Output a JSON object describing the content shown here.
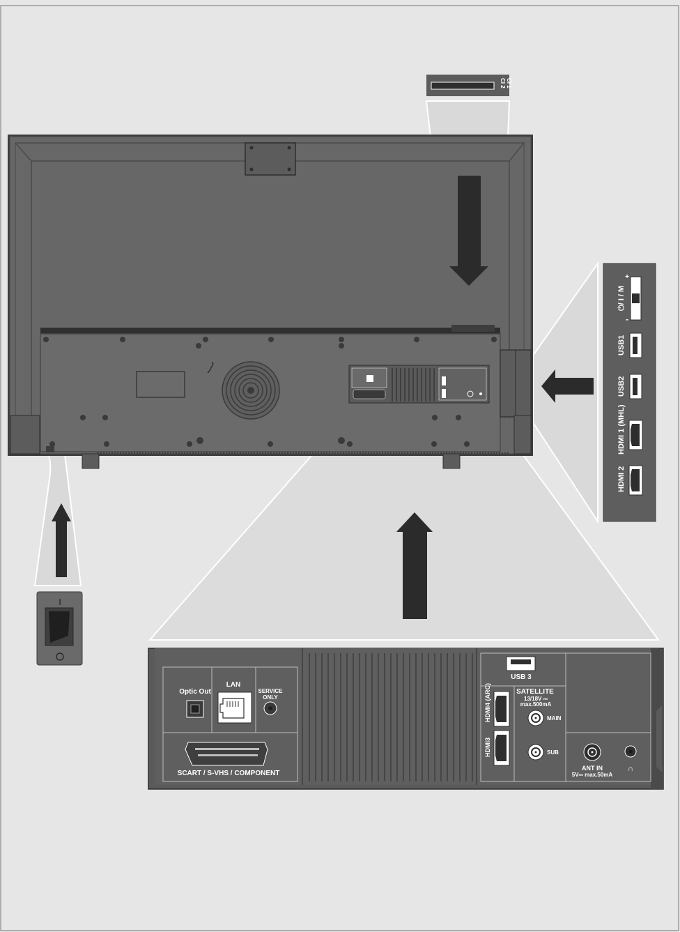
{
  "ci_slot": {
    "label_1": "CI 2",
    "label_2": "CI 1"
  },
  "side_panel": {
    "power_control": "⏻/ I / M",
    "plus": "+",
    "minus": "-",
    "usb1": "USB1",
    "usb2": "USB2",
    "hdmi1": "HDMI 1 (MHL)",
    "hdmi2": "HDMI 2"
  },
  "power_switch": {
    "on_mark": "I",
    "off_mark": "O"
  },
  "bottom_panel": {
    "optic_out": "Optic Out",
    "lan": "LAN",
    "service_line1": "SERVICE",
    "service_line2": "ONLY",
    "scart": "SCART / S-VHS / COMPONENT",
    "usb3": "USB 3",
    "hdmi4": "HDMI4 (ARC)",
    "hdmi3": "HDMI3",
    "satellite": "SATELLITE",
    "sat_spec_line1": "13/18V ⎓",
    "sat_spec_line2": "max.500mA",
    "main": "MAIN",
    "sub": "SUB",
    "ant_in": "ANT IN",
    "ant_spec": "5V⎓ max.50mA",
    "headphone": "∩"
  },
  "colors": {
    "background": "#e6e6e6",
    "tv_body": "#656565",
    "panel_dark": "#5c5c5c",
    "arrow": "#2b2b2b",
    "callout": "#d9d9d9"
  }
}
